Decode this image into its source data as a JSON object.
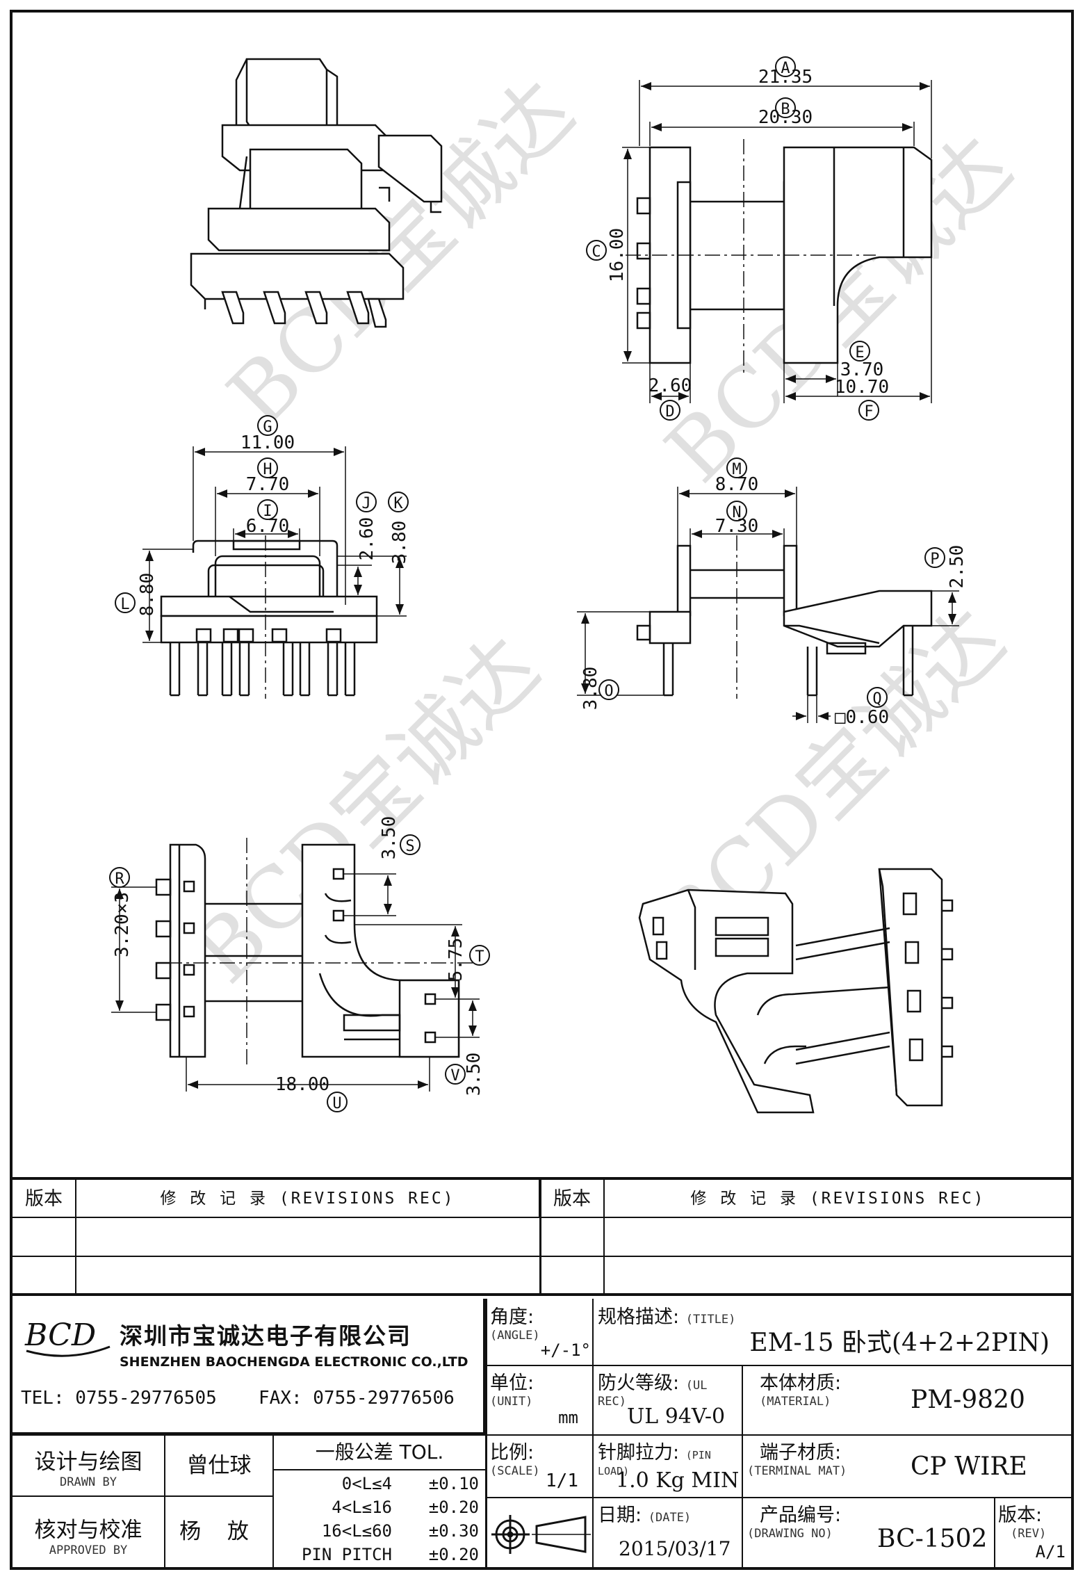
{
  "dimensions": {
    "A": {
      "letter": "A",
      "value": "21.35"
    },
    "B": {
      "letter": "B",
      "value": "20.30"
    },
    "C": {
      "letter": "C",
      "value": "16.00"
    },
    "D": {
      "letter": "D",
      "value": "2.60"
    },
    "E": {
      "letter": "E",
      "value": "3.70"
    },
    "F": {
      "letter": "F",
      "value": "10.70"
    },
    "G": {
      "letter": "G",
      "value": "11.00"
    },
    "H": {
      "letter": "H",
      "value": "7.70"
    },
    "I": {
      "letter": "I",
      "value": "6.70"
    },
    "J": {
      "letter": "J",
      "value": "2.60"
    },
    "K": {
      "letter": "K",
      "value": "3.80"
    },
    "L": {
      "letter": "L",
      "value": "8.80"
    },
    "M": {
      "letter": "M",
      "value": "8.70"
    },
    "N": {
      "letter": "N",
      "value": "7.30"
    },
    "O": {
      "letter": "O",
      "value": "3.80"
    },
    "P": {
      "letter": "P",
      "value": "2.50"
    },
    "Q": {
      "letter": "Q",
      "value": "□0.60"
    },
    "R": {
      "letter": "R",
      "value": "3.20×3"
    },
    "S": {
      "letter": "S",
      "value": "3.50"
    },
    "T": {
      "letter": "T",
      "value": "5.75"
    },
    "U": {
      "letter": "U",
      "value": "18.00"
    },
    "V": {
      "letter": "V",
      "value": "3.50"
    }
  },
  "watermark": {
    "text": "BCD宝诚达"
  },
  "revisions": {
    "col_version": "版本",
    "col_record": "修 改 记 录 (REVISIONS REC)"
  },
  "company": {
    "logo": "BCD",
    "name_cn": "深圳市宝诚达电子有限公司",
    "name_en": "SHENZHEN BAOCHENGDA ELECTRONIC CO.,LTD",
    "tel": "TEL: 0755-29776505",
    "fax": "FAX: 0755-29776506"
  },
  "titleblock": {
    "angle_label": "角度:",
    "angle_sub": "(ANGLE)",
    "angle_value": "+/-1°",
    "unit_label": "单位:",
    "unit_sub": "(UNIT)",
    "unit_value": "mm",
    "scale_label": "比例:",
    "scale_sub": "(SCALE)",
    "scale_value": "1/1",
    "title_label": "规格描述:",
    "title_sub": "(TITLE)",
    "title_value": "EM-15 卧式(4+2+2PIN)",
    "ul_label": "防火等级:",
    "ul_sub": "(UL REC)",
    "ul_value": "UL 94V-0",
    "material_label": "本体材质:",
    "material_sub": "(MATERIAL)",
    "material_value": "PM-9820",
    "pinload_label": "针脚拉力:",
    "pinload_sub": "(PIN LOAD)",
    "pinload_value": "1.0 Kg MIN",
    "terminal_label": "端子材质:",
    "terminal_sub": "(TERMINAL MAT)",
    "terminal_value": "CP WIRE",
    "date_label": "日期:",
    "date_sub": "(DATE)",
    "date_value": "2015/03/17",
    "drawing_label": "产品编号:",
    "drawing_sub": "(DRAWING NO)",
    "drawing_value": "BC-1502",
    "rev_label": "版本:",
    "rev_sub": "(REV)",
    "rev_value": "A/1",
    "drawn_label": "设计与绘图",
    "drawn_sub": "DRAWN BY",
    "drawn_value": "曾仕球",
    "approved_label": "核对与校准",
    "approved_sub": "APPROVED BY",
    "approved_value": "杨 放",
    "tol_title": "一般公差 TOL.",
    "tol_rows": [
      {
        "range": "0<L≤4",
        "value": "±0.10"
      },
      {
        "range": "4<L≤16",
        "value": "±0.20"
      },
      {
        "range": "16<L≤60",
        "value": "±0.30"
      },
      {
        "range": "PIN PITCH",
        "value": "±0.20"
      }
    ]
  }
}
